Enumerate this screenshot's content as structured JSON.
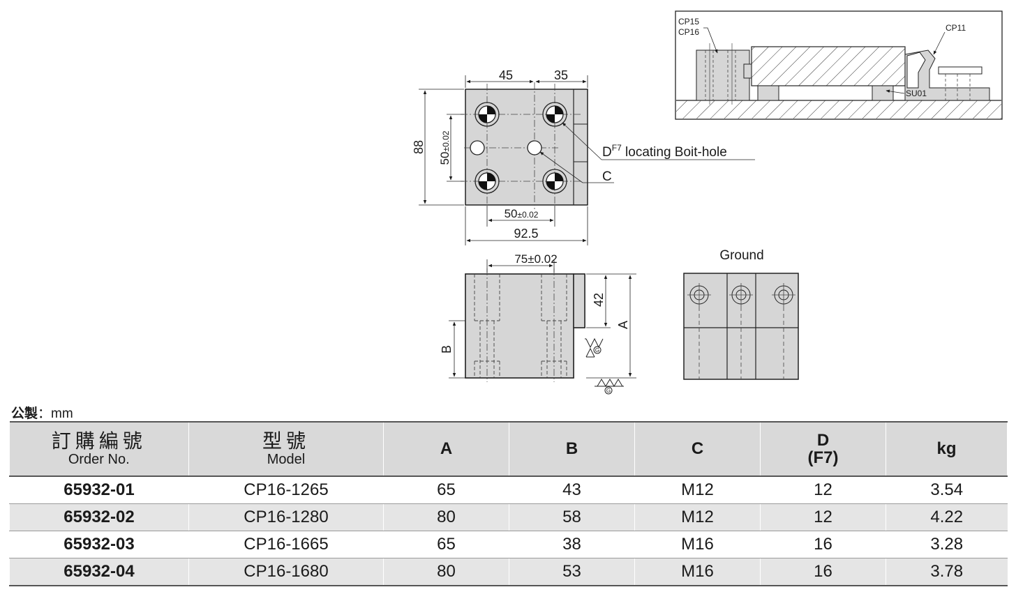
{
  "drawing": {
    "top_view": {
      "dim_45": "45",
      "dim_35": "35",
      "dim_88": "88",
      "dim_50_v": "50",
      "tol_50_v": "±0.02",
      "dim_50_h": "50",
      "tol_50_h": "±0.02",
      "dim_925": "92.5",
      "label_d": "D",
      "label_d_sup": "F7",
      "label_d_text": " locating Boit-hole",
      "label_c": "C"
    },
    "front_view": {
      "dim_75": "75",
      "tol_75": "±0.02",
      "dim_42": "42",
      "label_a": "A",
      "label_b": "B",
      "ground_mark": "G"
    },
    "side_view": {
      "title": "Ground"
    },
    "assembly": {
      "cp15": "CP15",
      "cp16": "CP16",
      "cp11": "CP11",
      "su01": "SU01"
    }
  },
  "unit": {
    "label": "公製",
    "sep": "：",
    "value": "mm"
  },
  "table": {
    "headers": {
      "order_zh": "訂購編號",
      "order_en": "Order No.",
      "model_zh": "型號",
      "model_en": "Model",
      "a": "A",
      "b": "B",
      "c": "C",
      "d": "D",
      "d_sub": "(F7)",
      "kg": "kg"
    },
    "rows": [
      {
        "order": "65932-01",
        "model": "CP16-1265",
        "a": "65",
        "b": "43",
        "c": "M12",
        "d": "12",
        "kg": "3.54"
      },
      {
        "order": "65932-02",
        "model": "CP16-1280",
        "a": "80",
        "b": "58",
        "c": "M12",
        "d": "12",
        "kg": "4.22"
      },
      {
        "order": "65932-03",
        "model": "CP16-1665",
        "a": "65",
        "b": "38",
        "c": "M16",
        "d": "16",
        "kg": "3.28"
      },
      {
        "order": "65932-04",
        "model": "CP16-1680",
        "a": "80",
        "b": "53",
        "c": "M16",
        "d": "16",
        "kg": "3.78"
      }
    ]
  }
}
